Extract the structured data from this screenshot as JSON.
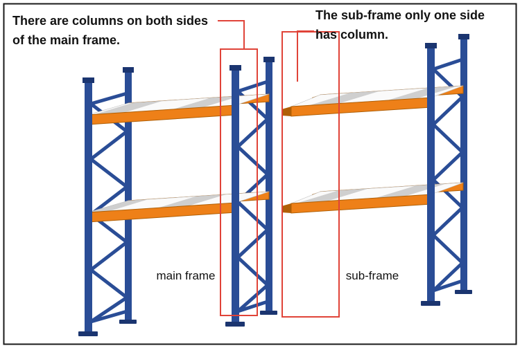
{
  "colors": {
    "rack-blue": "#2a4d96",
    "rack-blue-dark": "#1b3570",
    "beam-orange": "#ee8018",
    "beam-orange-dark": "#b05f06",
    "annotation-red": "#e04338",
    "ink": "#121212"
  },
  "diagram": {
    "note_main_frame": {
      "line1": "There are columns on both sides",
      "line2": "of the  main frame."
    },
    "note_sub_frame": {
      "line1": "The sub-frame only one side",
      "line2": "has column."
    },
    "label_main_frame": "main frame",
    "label_sub_frame": "sub-frame"
  }
}
